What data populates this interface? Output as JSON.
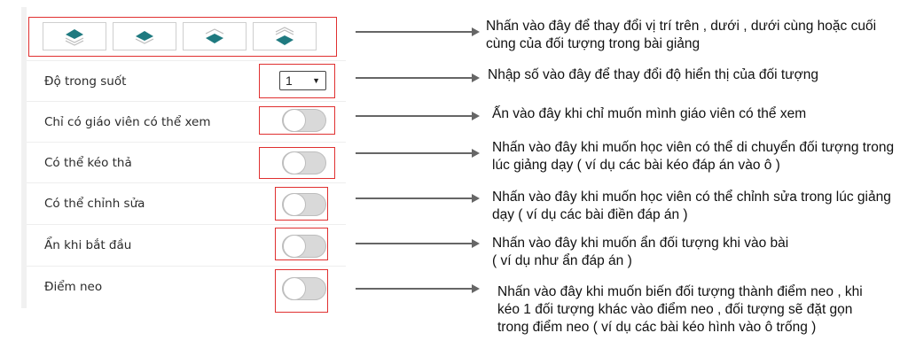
{
  "layer_buttons": [
    {
      "name": "bring-to-front",
      "icon": "layers-top-icon"
    },
    {
      "name": "bring-forward",
      "icon": "layers-single-icon"
    },
    {
      "name": "send-backward",
      "icon": "layers-middle-icon"
    },
    {
      "name": "send-to-back",
      "icon": "layers-bottom-icon"
    }
  ],
  "properties": {
    "opacity": {
      "label": "Độ trong suốt",
      "value": "1"
    },
    "teacher_only": {
      "label": "Chỉ có giáo viên có thể xem",
      "on": false
    },
    "draggable": {
      "label": "Có thể kéo thả",
      "on": false
    },
    "editable": {
      "label": "Có thể chỉnh sửa",
      "on": false
    },
    "hide_on_start": {
      "label": "Ẩn khi bắt đầu",
      "on": false
    },
    "anchor": {
      "label": "Điểm neo",
      "on": false
    }
  },
  "annotations": [
    "Nhấn vào đây để thay đổi vị trí trên , dưới , dưới cùng hoặc cuối cùng của đối tượng trong bài giảng",
    "Nhập số vào đây để thay đổi độ hiển thị của đối tượng",
    "Ấn vào đây khi chỉ muốn mình giáo viên có thể xem",
    "Nhấn vào đây khi muốn học viên có thể di chuyển đối tượng trong lúc giảng dạy ( ví dụ các bài kéo đáp án vào ô )",
    "Nhấn vào đây khi muốn học viên có thể chỉnh sửa trong lúc giảng dạy ( ví dụ các bài điền đáp án )",
    "Nhấn vào đây khi muốn ẩn đối tượng khi vào bài ( ví dụ như ẩn đáp án )",
    "Nhấn vào đây khi muốn biến đối tượng thành điểm neo , khi kéo 1 đối tượng khác vào điểm neo , đối tượng sẽ đặt gọn trong điểm neo ( ví dụ các bài kéo hình vào ô trống )"
  ],
  "colors": {
    "highlight": "#e03030",
    "icon": "#1f7a80",
    "arrow": "#666666"
  }
}
